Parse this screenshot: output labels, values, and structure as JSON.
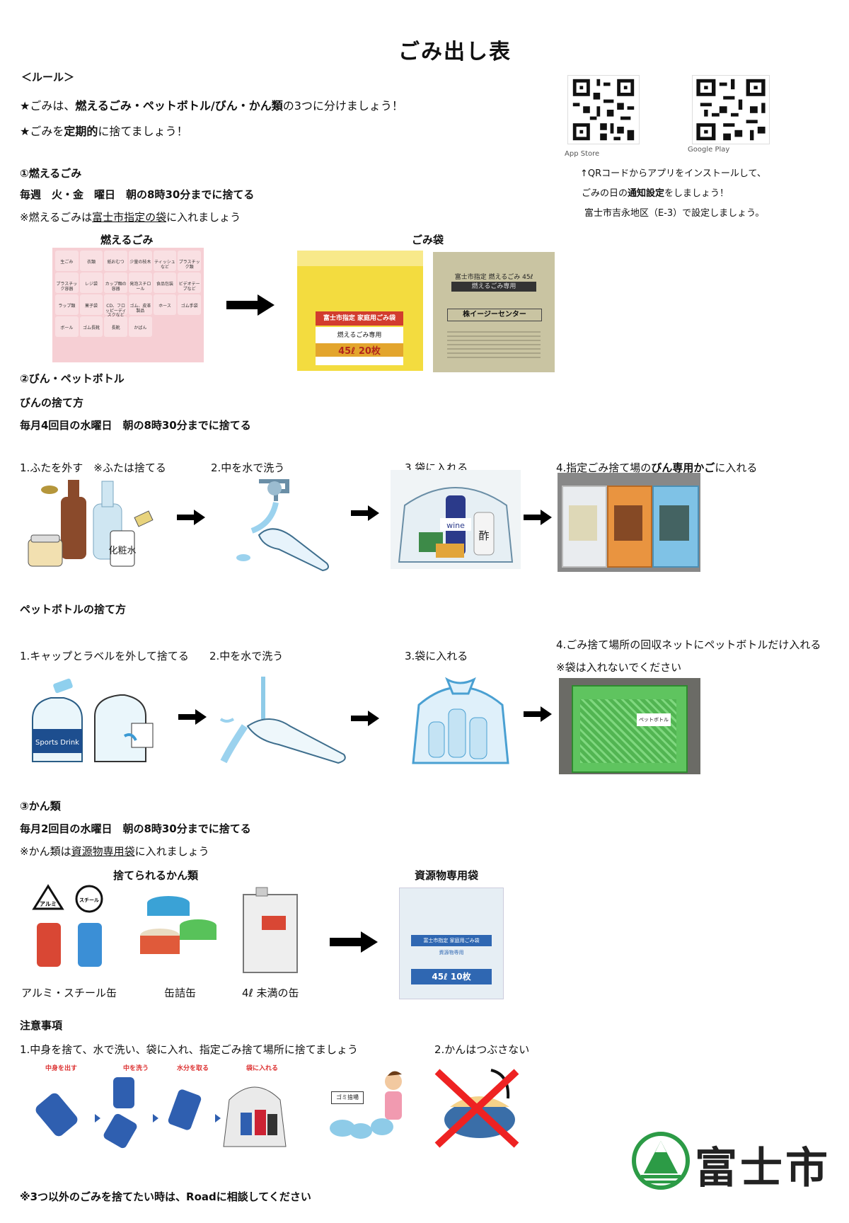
{
  "title": "ごみ出し表",
  "rules": {
    "heading": "＜ルール＞",
    "line1_pre": "★ごみは、",
    "line1_bold": "燃えるごみ・ペットボトル/びん・かん類",
    "line1_post": "の3つに分けましょう！",
    "line2_pre": "★ごみを",
    "line2_bold": "定期的",
    "line2_post": "に捨てましょう！"
  },
  "app": {
    "store1": "App Store",
    "store2": "Google Play",
    "line1": "↑QRコードからアプリをインストールして、",
    "line2_pre": "ごみの日の",
    "line2_bold": "通知設定",
    "line2_post": "をしましょう！",
    "line3": "富士市吉永地区（E-3）で設定しましょう。"
  },
  "burnable": {
    "heading": "①燃えるごみ",
    "schedule": "毎週　火・金　曜日　朝の8時30分までに捨てる",
    "note_pre": "※燃えるごみは",
    "note_ul": "富士市指定の袋",
    "note_post": "に入れましょう",
    "label_left": "燃えるごみ",
    "label_right": "ごみ袋",
    "poster_items": [
      "生ごみ",
      "衣類",
      "紙おむつ",
      "少量の枝木",
      "ティッシュなど",
      "プラスチック類",
      "プラスチック容器",
      "レジ袋",
      "カップ麺の容器",
      "発泡スチロール",
      "食品包装",
      "ビデオテープなど",
      "ラップ類",
      "菓子袋",
      "CD、フロッピーディスクなど",
      "ゴム、皮革製品",
      "ホース",
      "ゴム手袋",
      "ボール",
      "ゴム長靴",
      "長靴",
      "かばん"
    ],
    "bag1": {
      "line1": "富士市指定 家庭用ごみ袋",
      "line2": "燃えるごみ専用",
      "size": "45ℓ 20枚"
    },
    "bag2": {
      "line1": "富士市指定 燃えるごみ 45ℓ",
      "line2": "燃えるごみ専用",
      "line3": "株イージーセンター"
    }
  },
  "bottles": {
    "heading": "②びん・ペットボトル",
    "glass_title": "びんの捨て方",
    "glass_schedule": "毎月4回目の水曜日　朝の8時30分までに捨てる",
    "glass_steps": [
      "1.ふたを外す　※ふたは捨てる",
      "2.中を水で洗う",
      "3.袋に入れる"
    ],
    "glass_step4_pre": "4.指定ごみ捨て場の",
    "glass_step4_bold": "びん専用かご",
    "glass_step4_post": "に入れる",
    "glass_img_labels": {
      "jar": "化粧水",
      "wine": "wine",
      "vinegar": "酢"
    },
    "pet_title": "ペットボトルの捨て方",
    "pet_steps": [
      "1.キャップとラベルを外して捨てる",
      "2.中を水で洗う",
      "3.袋に入れる"
    ],
    "pet_step4": "4.ごみ捨て場所の回収ネットにペットボトルだけ入れる",
    "pet_note": "※袋は入れないでください",
    "pet_img_labels": {
      "drink": "Sports Drink",
      "net": "ペットボトル"
    }
  },
  "cans": {
    "heading": "③かん類",
    "schedule": "毎月2回目の水曜日　朝の8時30分までに捨てる",
    "note_pre": "※かん類は",
    "note_ul": "資源物専用袋",
    "note_post": "に入れましょう",
    "label_left": "捨てられるかん類",
    "label_right": "資源物専用袋",
    "items": [
      "アルミ・スチール缶",
      "缶詰缶",
      "4ℓ 未満の缶"
    ],
    "marks": [
      "アルミ",
      "スチール"
    ],
    "bag": {
      "line1": "富士市指定 家庭用ごみ袋",
      "line2": "資源物専用",
      "size": "45ℓ 10枚"
    }
  },
  "caution": {
    "heading": "注意事項",
    "item1": "1.中身を捨て、水で洗い、袋に入れ、指定ごみ捨て場所に捨てましょう",
    "item2": "2.かんはつぶさない",
    "step_labels": [
      "中身を出す",
      "中を洗う",
      "水分を取る",
      "袋に入れる"
    ],
    "dump_sign": "ゴミ捨場"
  },
  "footer": {
    "note": "※3つ以外のごみを捨てたい時は、Roadに相談してください",
    "logo_text": "富士市"
  }
}
